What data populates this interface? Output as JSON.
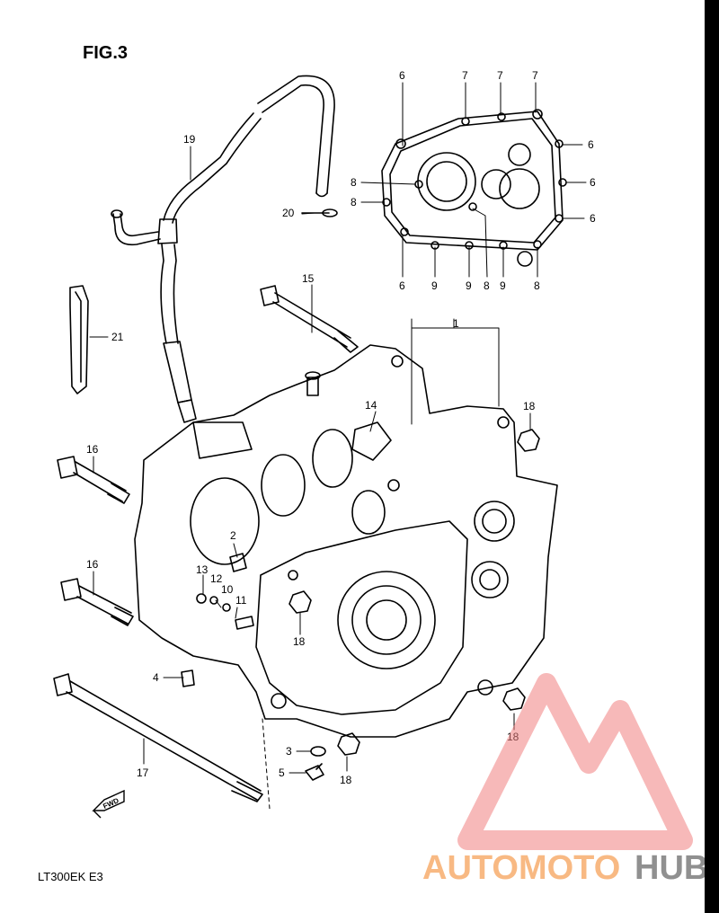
{
  "figure": {
    "title": "FIG.3",
    "code": "LT300EK  E3"
  },
  "callouts": [
    "1",
    "2",
    "3",
    "4",
    "5",
    "6",
    "7",
    "8",
    "9",
    "10",
    "11",
    "12",
    "13",
    "14",
    "15",
    "16",
    "17",
    "18",
    "19",
    "20",
    "21"
  ],
  "direction_marker": "FWD",
  "watermark": {
    "part1": "AUTOMOTO",
    "part2": "HUB",
    "color1": "#f5a25a",
    "color2": "#6b6b6b",
    "logo_color": "#f08080"
  }
}
